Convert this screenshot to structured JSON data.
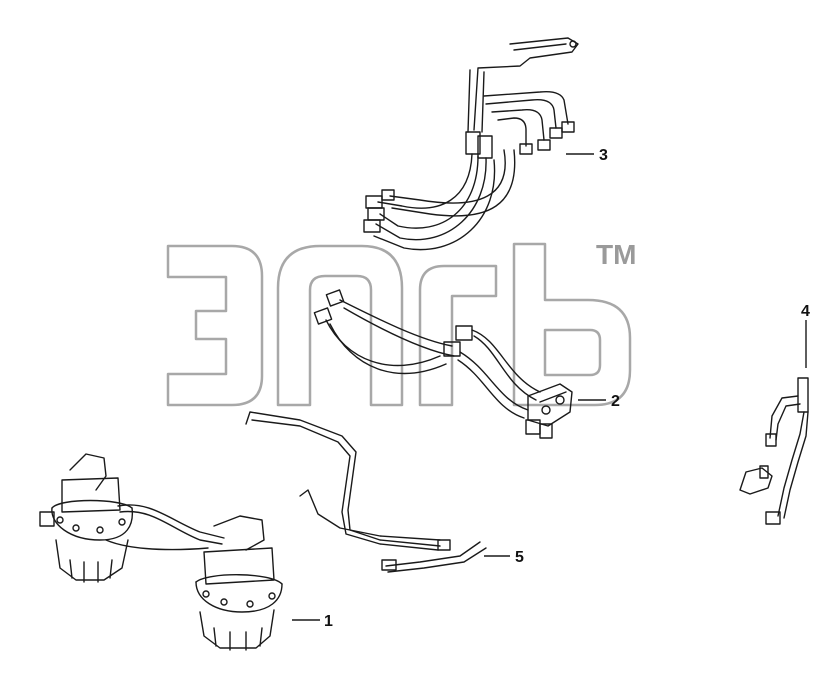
{
  "watermark": {
    "tm": "TM"
  },
  "callouts": [
    {
      "id": "1",
      "label": "1"
    },
    {
      "id": "2",
      "label": "2"
    },
    {
      "id": "3",
      "label": "3"
    },
    {
      "id": "4",
      "label": "4"
    },
    {
      "id": "5",
      "label": "5"
    }
  ],
  "colors": {
    "line": "#1a1a1a",
    "watermark": "#a8a8a8",
    "background": "#ffffff"
  }
}
